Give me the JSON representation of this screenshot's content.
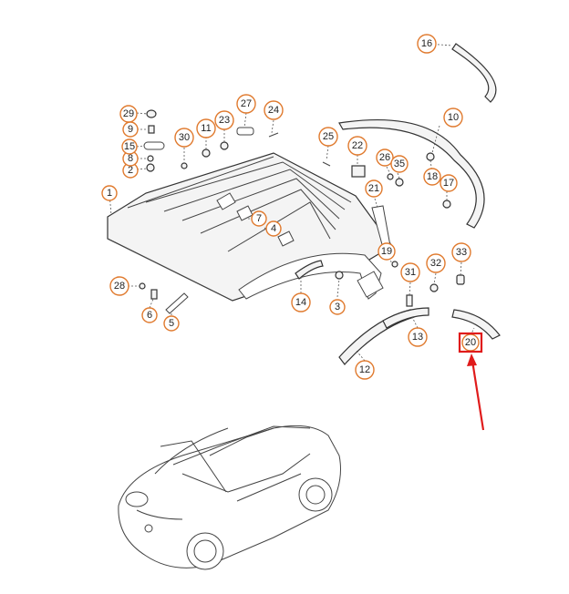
{
  "callouts": [
    {
      "id": "c1",
      "label": "1"
    },
    {
      "id": "c2",
      "label": "2"
    },
    {
      "id": "c3",
      "label": "3"
    },
    {
      "id": "c4",
      "label": "4"
    },
    {
      "id": "c5",
      "label": "5"
    },
    {
      "id": "c6",
      "label": "6"
    },
    {
      "id": "c7",
      "label": "7"
    },
    {
      "id": "c8",
      "label": "8"
    },
    {
      "id": "c9",
      "label": "9"
    },
    {
      "id": "c10",
      "label": "10"
    },
    {
      "id": "c11",
      "label": "11"
    },
    {
      "id": "c12",
      "label": "12"
    },
    {
      "id": "c13",
      "label": "13"
    },
    {
      "id": "c14",
      "label": "14"
    },
    {
      "id": "c15",
      "label": "15"
    },
    {
      "id": "c16",
      "label": "16"
    },
    {
      "id": "c17",
      "label": "17"
    },
    {
      "id": "c18",
      "label": "18"
    },
    {
      "id": "c19",
      "label": "19"
    },
    {
      "id": "c20",
      "label": "20"
    },
    {
      "id": "c21",
      "label": "21"
    },
    {
      "id": "c22",
      "label": "22"
    },
    {
      "id": "c23",
      "label": "23"
    },
    {
      "id": "c24",
      "label": "24"
    },
    {
      "id": "c25",
      "label": "25"
    },
    {
      "id": "c26",
      "label": "26"
    },
    {
      "id": "c27",
      "label": "27"
    },
    {
      "id": "c28",
      "label": "28"
    },
    {
      "id": "c29",
      "label": "29"
    },
    {
      "id": "c30",
      "label": "30"
    },
    {
      "id": "c31",
      "label": "31"
    },
    {
      "id": "c32",
      "label": "32"
    },
    {
      "id": "c33",
      "label": "33"
    },
    {
      "id": "c35",
      "label": "35"
    }
  ],
  "highlight": {
    "part": "20",
    "color": "#e01b1b"
  },
  "colors": {
    "callout_ring": "#e07a2e",
    "highlight": "#e01b1b",
    "line": "#333333"
  }
}
